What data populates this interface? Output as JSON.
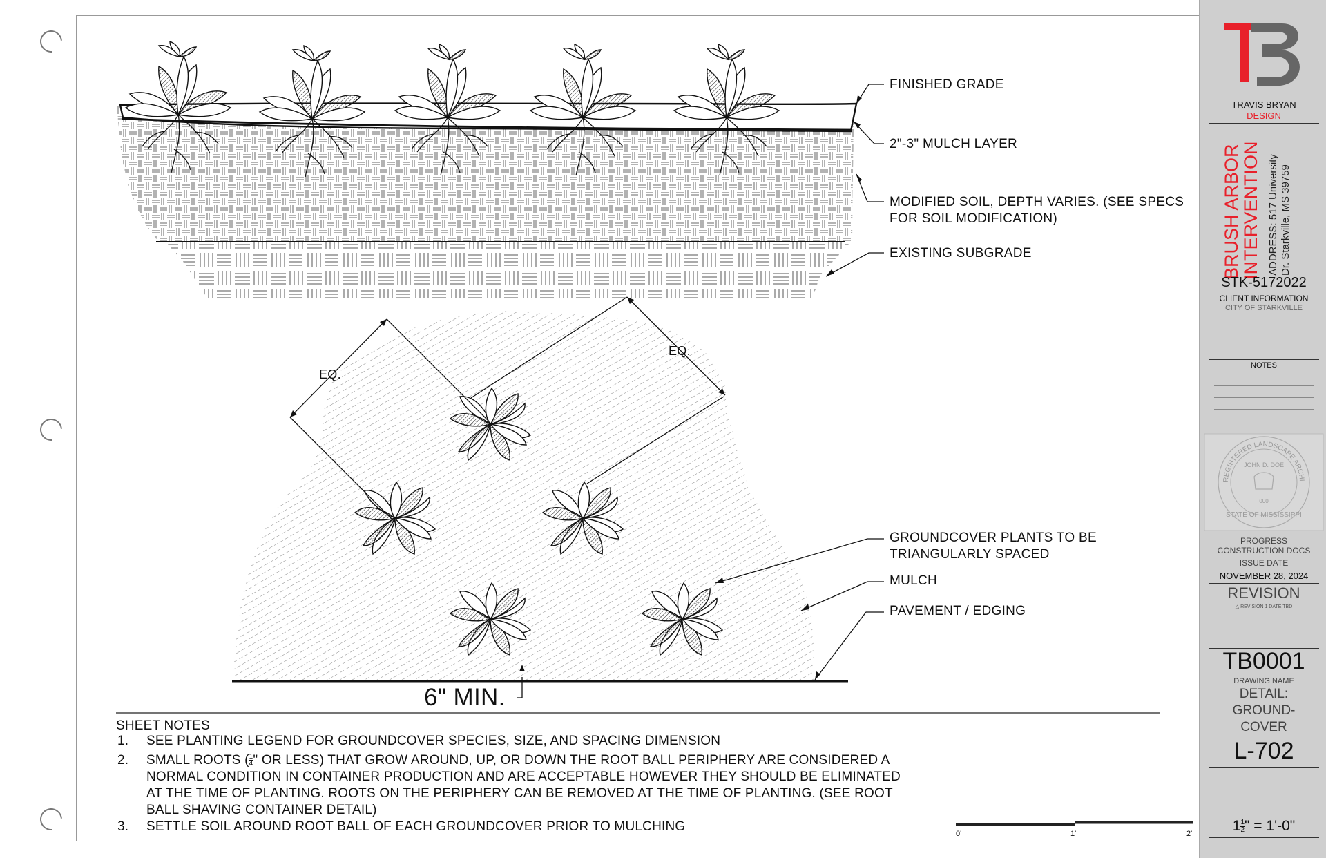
{
  "section_callouts": {
    "finished_grade": "FINISHED GRADE",
    "mulch_layer": "2\"-3\" MULCH LAYER",
    "modified_soil_1": "MODIFIED SOIL, DEPTH VARIES. (SEE SPECS",
    "modified_soil_2": "FOR SOIL MODIFICATION)",
    "existing_subgrade": "EXISTING SUBGRADE"
  },
  "plan_callouts": {
    "eq_left": "EQ.",
    "eq_right": "EQ.",
    "groundcover_1": "GROUNDCOVER PLANTS TO BE",
    "groundcover_2": "TRIANGULARLY SPACED",
    "mulch": "MULCH",
    "pavement": "PAVEMENT / EDGING",
    "min_offset": "6\" MIN."
  },
  "sheet_notes": {
    "title": "SHEET NOTES",
    "n1_num": "1.",
    "n1": "SEE PLANTING LEGEND FOR GROUNDCOVER SPECIES, SIZE, AND SPACING DIMENSION",
    "n2_num": "2.",
    "n2_a1": "SMALL ROOTS (",
    "n2_frac_num": "1",
    "n2_frac_den": "4",
    "n2_a2": "\" OR LESS) THAT GROW AROUND, UP, OR DOWN THE ROOT BALL PERIPHERY ARE CONSIDERED A",
    "n2_b": "NORMAL CONDITION IN CONTAINER PRODUCTION AND ARE ACCEPTABLE HOWEVER THEY SHOULD BE ELIMINATED",
    "n2_c": "AT THE TIME OF PLANTING. ROOTS ON THE PERIPHERY CAN BE REMOVED AT THE TIME OF PLANTING. (SEE ROOT",
    "n2_d": "BALL SHAVING CONTAINER DETAIL)",
    "n3_num": "3.",
    "n3": "SETTLE SOIL AROUND ROOT BALL OF EACH GROUNDCOVER PRIOR TO MULCHING"
  },
  "scale_bar": {
    "tick_0": "0'",
    "tick_1": "1'",
    "tick_2": "2'"
  },
  "title_block": {
    "firm_1": "TRAVIS BRYAN",
    "firm_2": "DESIGN",
    "project_1": "BRUSH ARBOR",
    "project_2": "INTERVENTION",
    "address_1": "ADDRESS: 517 University",
    "address_2": "Dr. Starkville, MS 39759",
    "project_no": "STK-5172022",
    "client_label": "CLIENT INFORMATION",
    "client_name": "CITY OF STARKVILLE",
    "notes_label": "NOTES",
    "status_1": "PROGRESS",
    "status_2": "CONSTRUCTION DOCS",
    "issue_label": "ISSUE DATE",
    "issue_date": "NOVEMBER 28, 2024",
    "revision_label": "REVISION",
    "revision_entry": "REVISION 1 DATE TBD",
    "drawing_no": "TB0001",
    "drawing_name_label": "DRAWING NAME",
    "drawing_name_1": "DETAIL:",
    "drawing_name_2": "GROUND-",
    "drawing_name_3": "COVER",
    "sheet_no": "L-702",
    "scale_a": "1",
    "scale_num": "1",
    "scale_den": "2",
    "scale_b": "\" = 1'-0\""
  },
  "seal": {
    "ring_text": "REGISTERED LANDSCAPE ARCHITECT",
    "name": "JOHN D. DOE",
    "number": "000",
    "state": "STATE OF MISSISSIPPI"
  },
  "colors": {
    "accent_red": "#e8202a",
    "ink": "#111111",
    "title_block_bg": "#cfcfcf"
  }
}
